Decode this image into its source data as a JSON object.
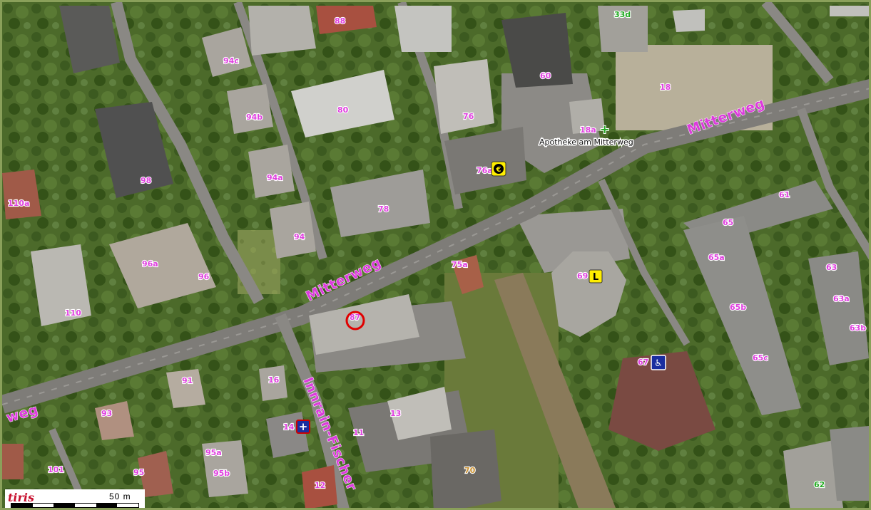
{
  "map": {
    "streets": {
      "mitterweg_east": "Mitterweg",
      "mitterweg_west": "Mitterweg",
      "mitterweg_edge": "weg",
      "fischer_street": "Innrain-Fischer"
    },
    "house_numbers": {
      "n88": "88",
      "n94c": "94c",
      "n80": "80",
      "n60": "60",
      "n33d": "33d",
      "n18": "18",
      "n94b": "94b",
      "n76": "76",
      "n18a": "18a",
      "n98": "98",
      "n94a": "94a",
      "n76a": "76a",
      "n110a": "110a",
      "n78": "78",
      "n61": "61",
      "n94": "94",
      "n65": "65",
      "n96a": "96a",
      "n65a": "65a",
      "n96": "96",
      "n75a": "75a",
      "n69": "69",
      "n63": "63",
      "n110": "110",
      "n63a": "63a",
      "n65b": "65b",
      "n87": "87",
      "n63b": "63b",
      "n65c": "65c",
      "n67": "67",
      "n91": "91",
      "n16": "16",
      "n93": "93",
      "n13": "13",
      "n14": "14",
      "n11": "11",
      "n95a": "95a",
      "n101": "101",
      "n95": "95",
      "n95b": "95b",
      "n70": "70",
      "n12": "12",
      "n62": "62"
    },
    "poi": {
      "pharmacy_label": "Apotheke am Mitterweg",
      "pharmacy_glyph": "+",
      "atm_glyph": "€",
      "grocery_glyph": "L",
      "doctor_glyph": "+",
      "wc_glyph": "♿"
    },
    "colors": {
      "label": "#e040e0",
      "street": "#dc3cdc",
      "green_label": "#22aa22",
      "brown_label": "#c89030",
      "poi_yellow": "#ffee00",
      "poi_blue": "#1a2ea0",
      "marker_red": "#e00000"
    }
  },
  "scalebar": {
    "brand": "tiris",
    "distance": "50 m"
  }
}
